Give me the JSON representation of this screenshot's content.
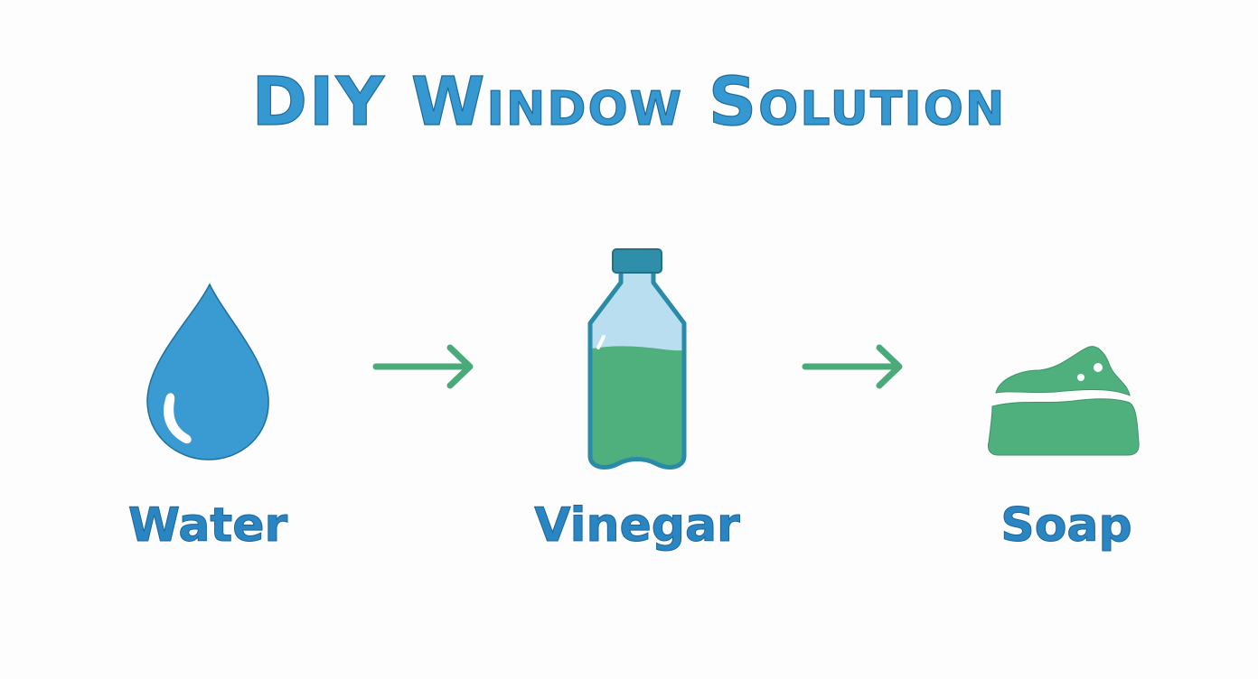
{
  "title": "DIY Window Solution",
  "colors": {
    "title_blue": "#3698d0",
    "label_blue": "#2a86c2",
    "drop_blue": "#3a9bd2",
    "green": "#4fb07e",
    "bottle_outline": "#2a8ba8",
    "bottle_glass": "#b9def0",
    "background": "#fdfdfd"
  },
  "steps": [
    {
      "label": "Water",
      "icon": "water-drop-icon"
    },
    {
      "label": "Vinegar",
      "icon": "bottle-icon"
    },
    {
      "label": "Soap",
      "icon": "soap-icon"
    }
  ],
  "connectors": [
    {
      "icon": "arrow-right-icon",
      "from": "Water",
      "to": "Vinegar"
    },
    {
      "icon": "arrow-right-icon",
      "from": "Vinegar",
      "to": "Soap"
    }
  ]
}
